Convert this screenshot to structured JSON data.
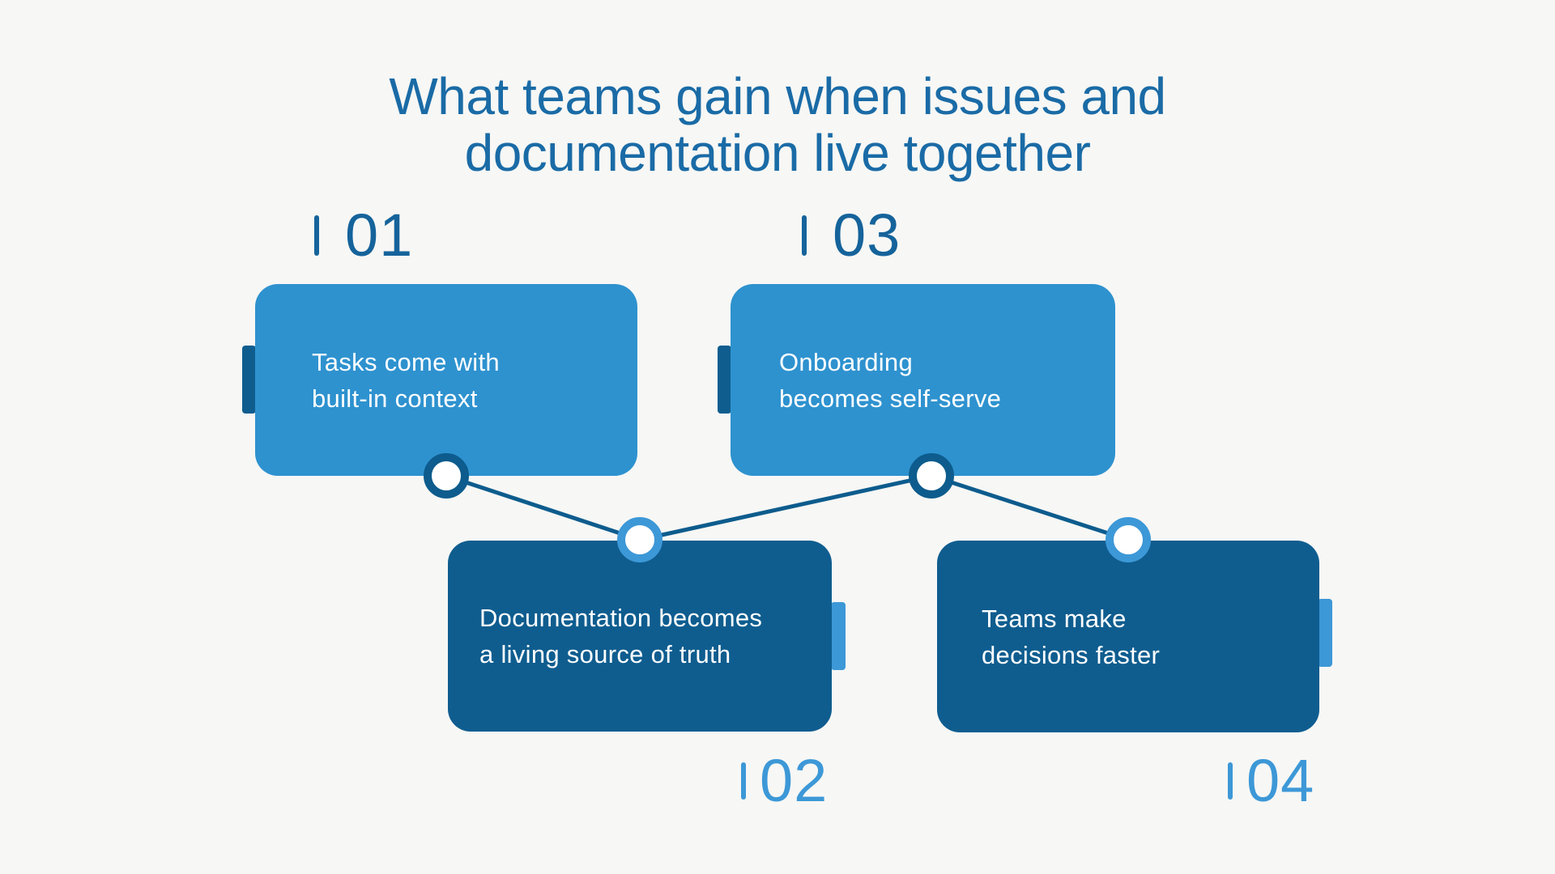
{
  "title": {
    "line1": "What teams gain when issues and",
    "line2": "documentation live together"
  },
  "items": [
    {
      "label": "01",
      "lines": [
        "Tasks come with",
        "built-in context"
      ],
      "style": "light"
    },
    {
      "label": "02",
      "lines": [
        "Documentation becomes",
        "a living source of truth"
      ],
      "style": "dark"
    },
    {
      "label": "03",
      "lines": [
        "Onboarding",
        "becomes self-serve"
      ],
      "style": "light"
    },
    {
      "label": "04",
      "lines": [
        "Teams make",
        "decisions faster"
      ],
      "style": "dark"
    }
  ],
  "colors": {
    "background": "#f7f7f5",
    "box-light": "#2e92cf",
    "box-dark": "#0f5d8f",
    "accent-light": "#3d98d7",
    "line-dark": "#0d5c8d",
    "title": "#1a6ba6",
    "num-dark": "#15639b",
    "num-light": "#3d98d7",
    "box-text": "#ffffff"
  }
}
